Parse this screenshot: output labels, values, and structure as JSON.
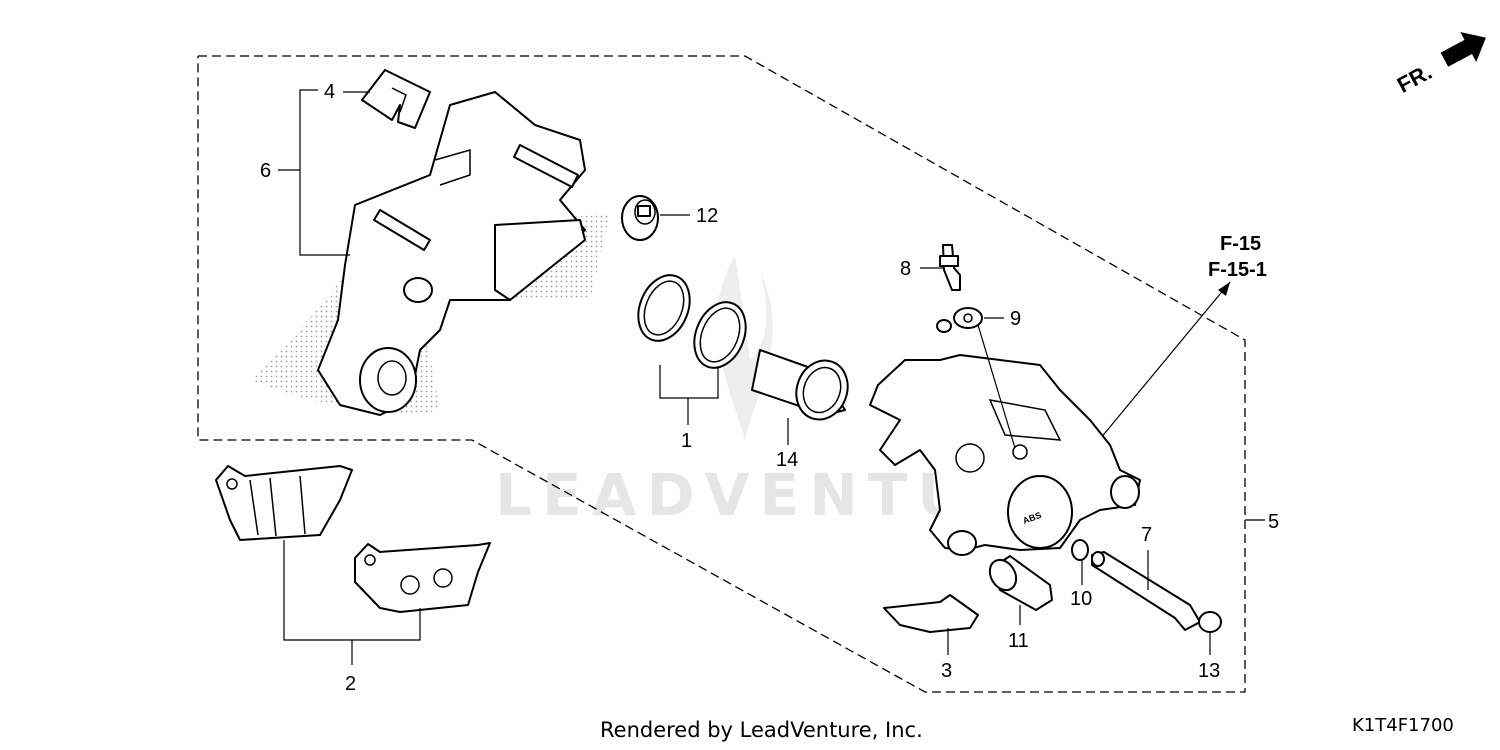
{
  "watermark": "LEADVENTURE",
  "direction_label": "FR.",
  "reference_labels": [
    "F-15",
    "F-15-1"
  ],
  "callouts": [
    "1",
    "2",
    "3",
    "4",
    "5",
    "6",
    "7",
    "8",
    "9",
    "10",
    "11",
    "12",
    "13",
    "14"
  ],
  "footer": {
    "credit": "Rendered by LeadVenture, Inc.",
    "diagram_code": "K1T4F1700"
  }
}
